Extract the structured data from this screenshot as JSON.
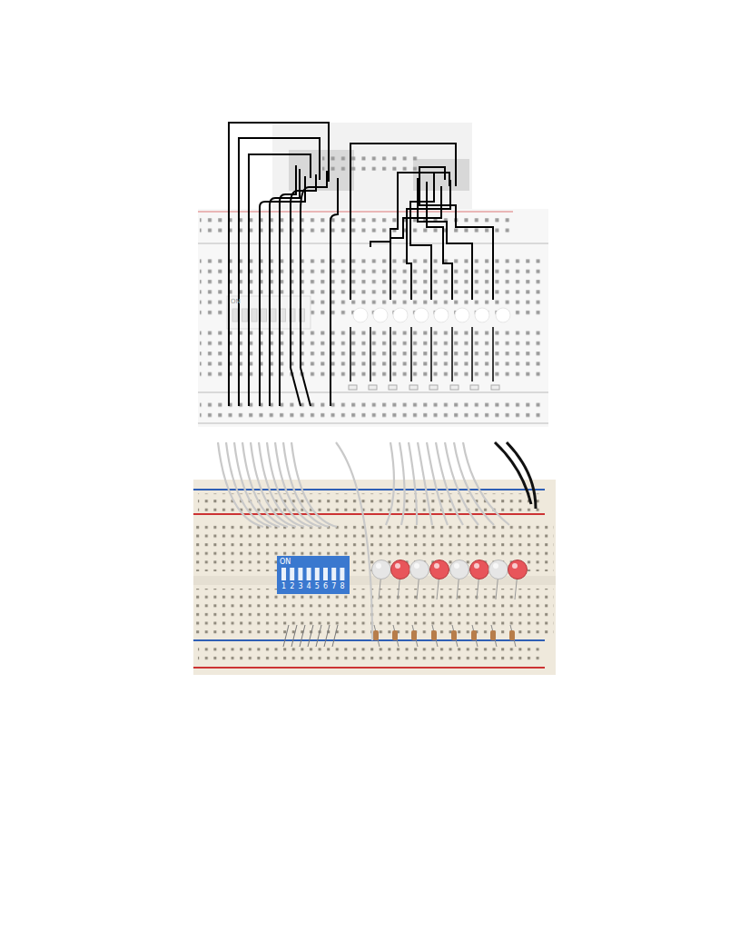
{
  "diagram": {
    "labels": [
      "ON",
      "ON",
      "1",
      "2",
      "3",
      "4",
      "5",
      "6",
      "7",
      "8"
    ]
  }
}
